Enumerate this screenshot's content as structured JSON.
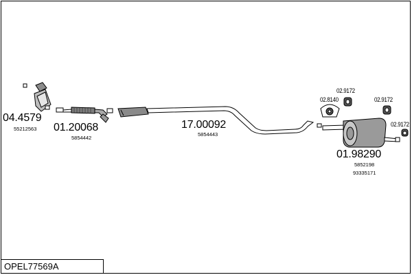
{
  "title": "OPEL77569A",
  "parts": [
    {
      "code": "04.4579",
      "ref": "55212563"
    },
    {
      "code": "01.20068",
      "ref": "5854442"
    },
    {
      "code": "17.00092",
      "ref": "5854443"
    },
    {
      "code": "01.98290",
      "ref": "5852198",
      "ref2": "93335171"
    },
    {
      "code": "02.8140"
    },
    {
      "code": "02.9172"
    },
    {
      "code": "02.9172"
    },
    {
      "code": "02.9172"
    }
  ],
  "colors": {
    "line": "#000000",
    "fill": "#9a9a9a",
    "fill_light": "#cfcfcf"
  }
}
